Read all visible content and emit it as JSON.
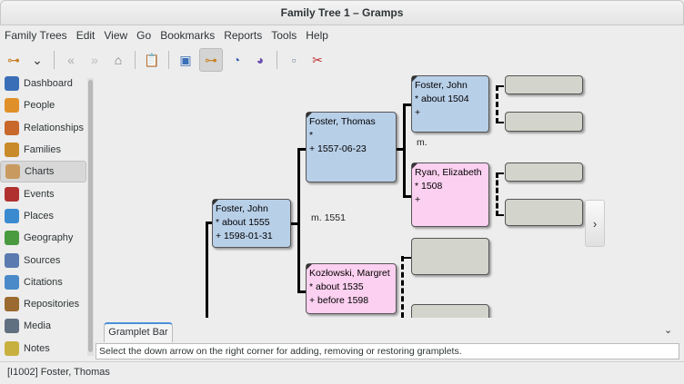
{
  "window": {
    "title": "Family Tree 1 – Gramps"
  },
  "menu": [
    "Family Trees",
    "Edit",
    "View",
    "Go",
    "Bookmarks",
    "Reports",
    "Tools",
    "Help"
  ],
  "toolbar": [
    {
      "icon": "tree-view-icon"
    },
    {
      "icon": "chevron-down-icon"
    },
    {
      "icon": "back-icon"
    },
    {
      "icon": "forward-icon"
    },
    {
      "icon": "home-icon"
    },
    {
      "icon": "clipboard-icon"
    },
    {
      "icon": "config-view-icon"
    },
    {
      "icon": "pedigree-icon",
      "active": true
    },
    {
      "icon": "fan-chart-icon"
    },
    {
      "icon": "fan-chart-descendant-icon"
    },
    {
      "icon": "media-icon"
    },
    {
      "icon": "cut-icon"
    }
  ],
  "sidebar": {
    "items": [
      {
        "label": "Dashboard",
        "color": "#3a6fb8"
      },
      {
        "label": "People",
        "color": "#e0902a"
      },
      {
        "label": "Relationships",
        "color": "#c8682a"
      },
      {
        "label": "Families",
        "color": "#c88a2a"
      },
      {
        "label": "Charts",
        "color": "#c89a60",
        "selected": true
      },
      {
        "label": "Events",
        "color": "#b03030"
      },
      {
        "label": "Places",
        "color": "#3a8ad0"
      },
      {
        "label": "Geography",
        "color": "#4a9a40"
      },
      {
        "label": "Sources",
        "color": "#5a7ab0"
      },
      {
        "label": "Citations",
        "color": "#4a8ac8"
      },
      {
        "label": "Repositories",
        "color": "#9a6a30"
      },
      {
        "label": "Media",
        "color": "#607080"
      },
      {
        "label": "Notes",
        "color": "#c8b040"
      }
    ]
  },
  "chart": {
    "people": [
      {
        "name": "Foster, John",
        "birth": "* about 1555",
        "death": "+ 1598-01-31",
        "sex": "m"
      },
      {
        "name": "Foster, Thomas",
        "birth": "*",
        "death": "+ 1557-06-23",
        "sex": "m"
      },
      {
        "name": "Kozłowski, Margret",
        "birth": "* about 1535",
        "death": "+ before 1598",
        "sex": "f"
      },
      {
        "name": "Foster, John",
        "birth": "* about 1504",
        "death": "+",
        "sex": "m"
      },
      {
        "name": "Ryan, Elizabeth",
        "birth": "* 1508",
        "death": "+",
        "sex": "f"
      }
    ],
    "marriage1": "m. 1551",
    "marriage2": "m.",
    "next_label": "›"
  },
  "gramplet": {
    "tab": "Gramplet Bar",
    "message": "Select the down arrow on the right corner for adding, removing or restoring gramplets.",
    "chevron": "⌄"
  },
  "status": "[I1002] Foster, Thomas"
}
